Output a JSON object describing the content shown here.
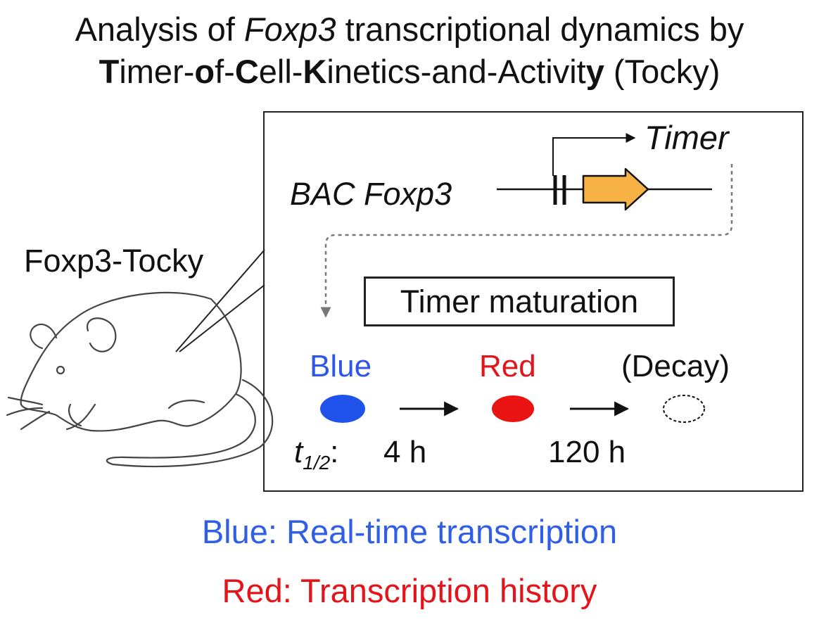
{
  "title": {
    "line1": [
      "Analysis of ",
      "Foxp3",
      " transcriptional dynamics by"
    ],
    "line2": [
      "T",
      "imer-",
      "o",
      "f-",
      "C",
      "ell-",
      "K",
      "inetics-and-Activit",
      "y",
      " (Tocky)"
    ]
  },
  "mouse_label": "Foxp3-Tocky",
  "construct": {
    "name": "BAC Foxp3",
    "reporter": "Timer",
    "arrow_color": "#f6b244"
  },
  "maturation_title": "Timer maturation",
  "states": [
    {
      "label": "Blue",
      "color": "#2e57e8",
      "fill": "#1f52ea"
    },
    {
      "label": "Red",
      "color": "#e3141a",
      "fill": "#ea1313"
    },
    {
      "label": "(Decay)",
      "color": "#111111",
      "fill": "none"
    }
  ],
  "halflife": {
    "symbol": "t",
    "subscript": "1/2",
    "colon": ":",
    "blue_value": "4 h",
    "red_value": "120 h"
  },
  "legend": {
    "blue": "Blue: Real-time transcription",
    "red": "Red: Transcription history",
    "blue_color": "#2f5fe6",
    "red_color": "#e3141a"
  }
}
